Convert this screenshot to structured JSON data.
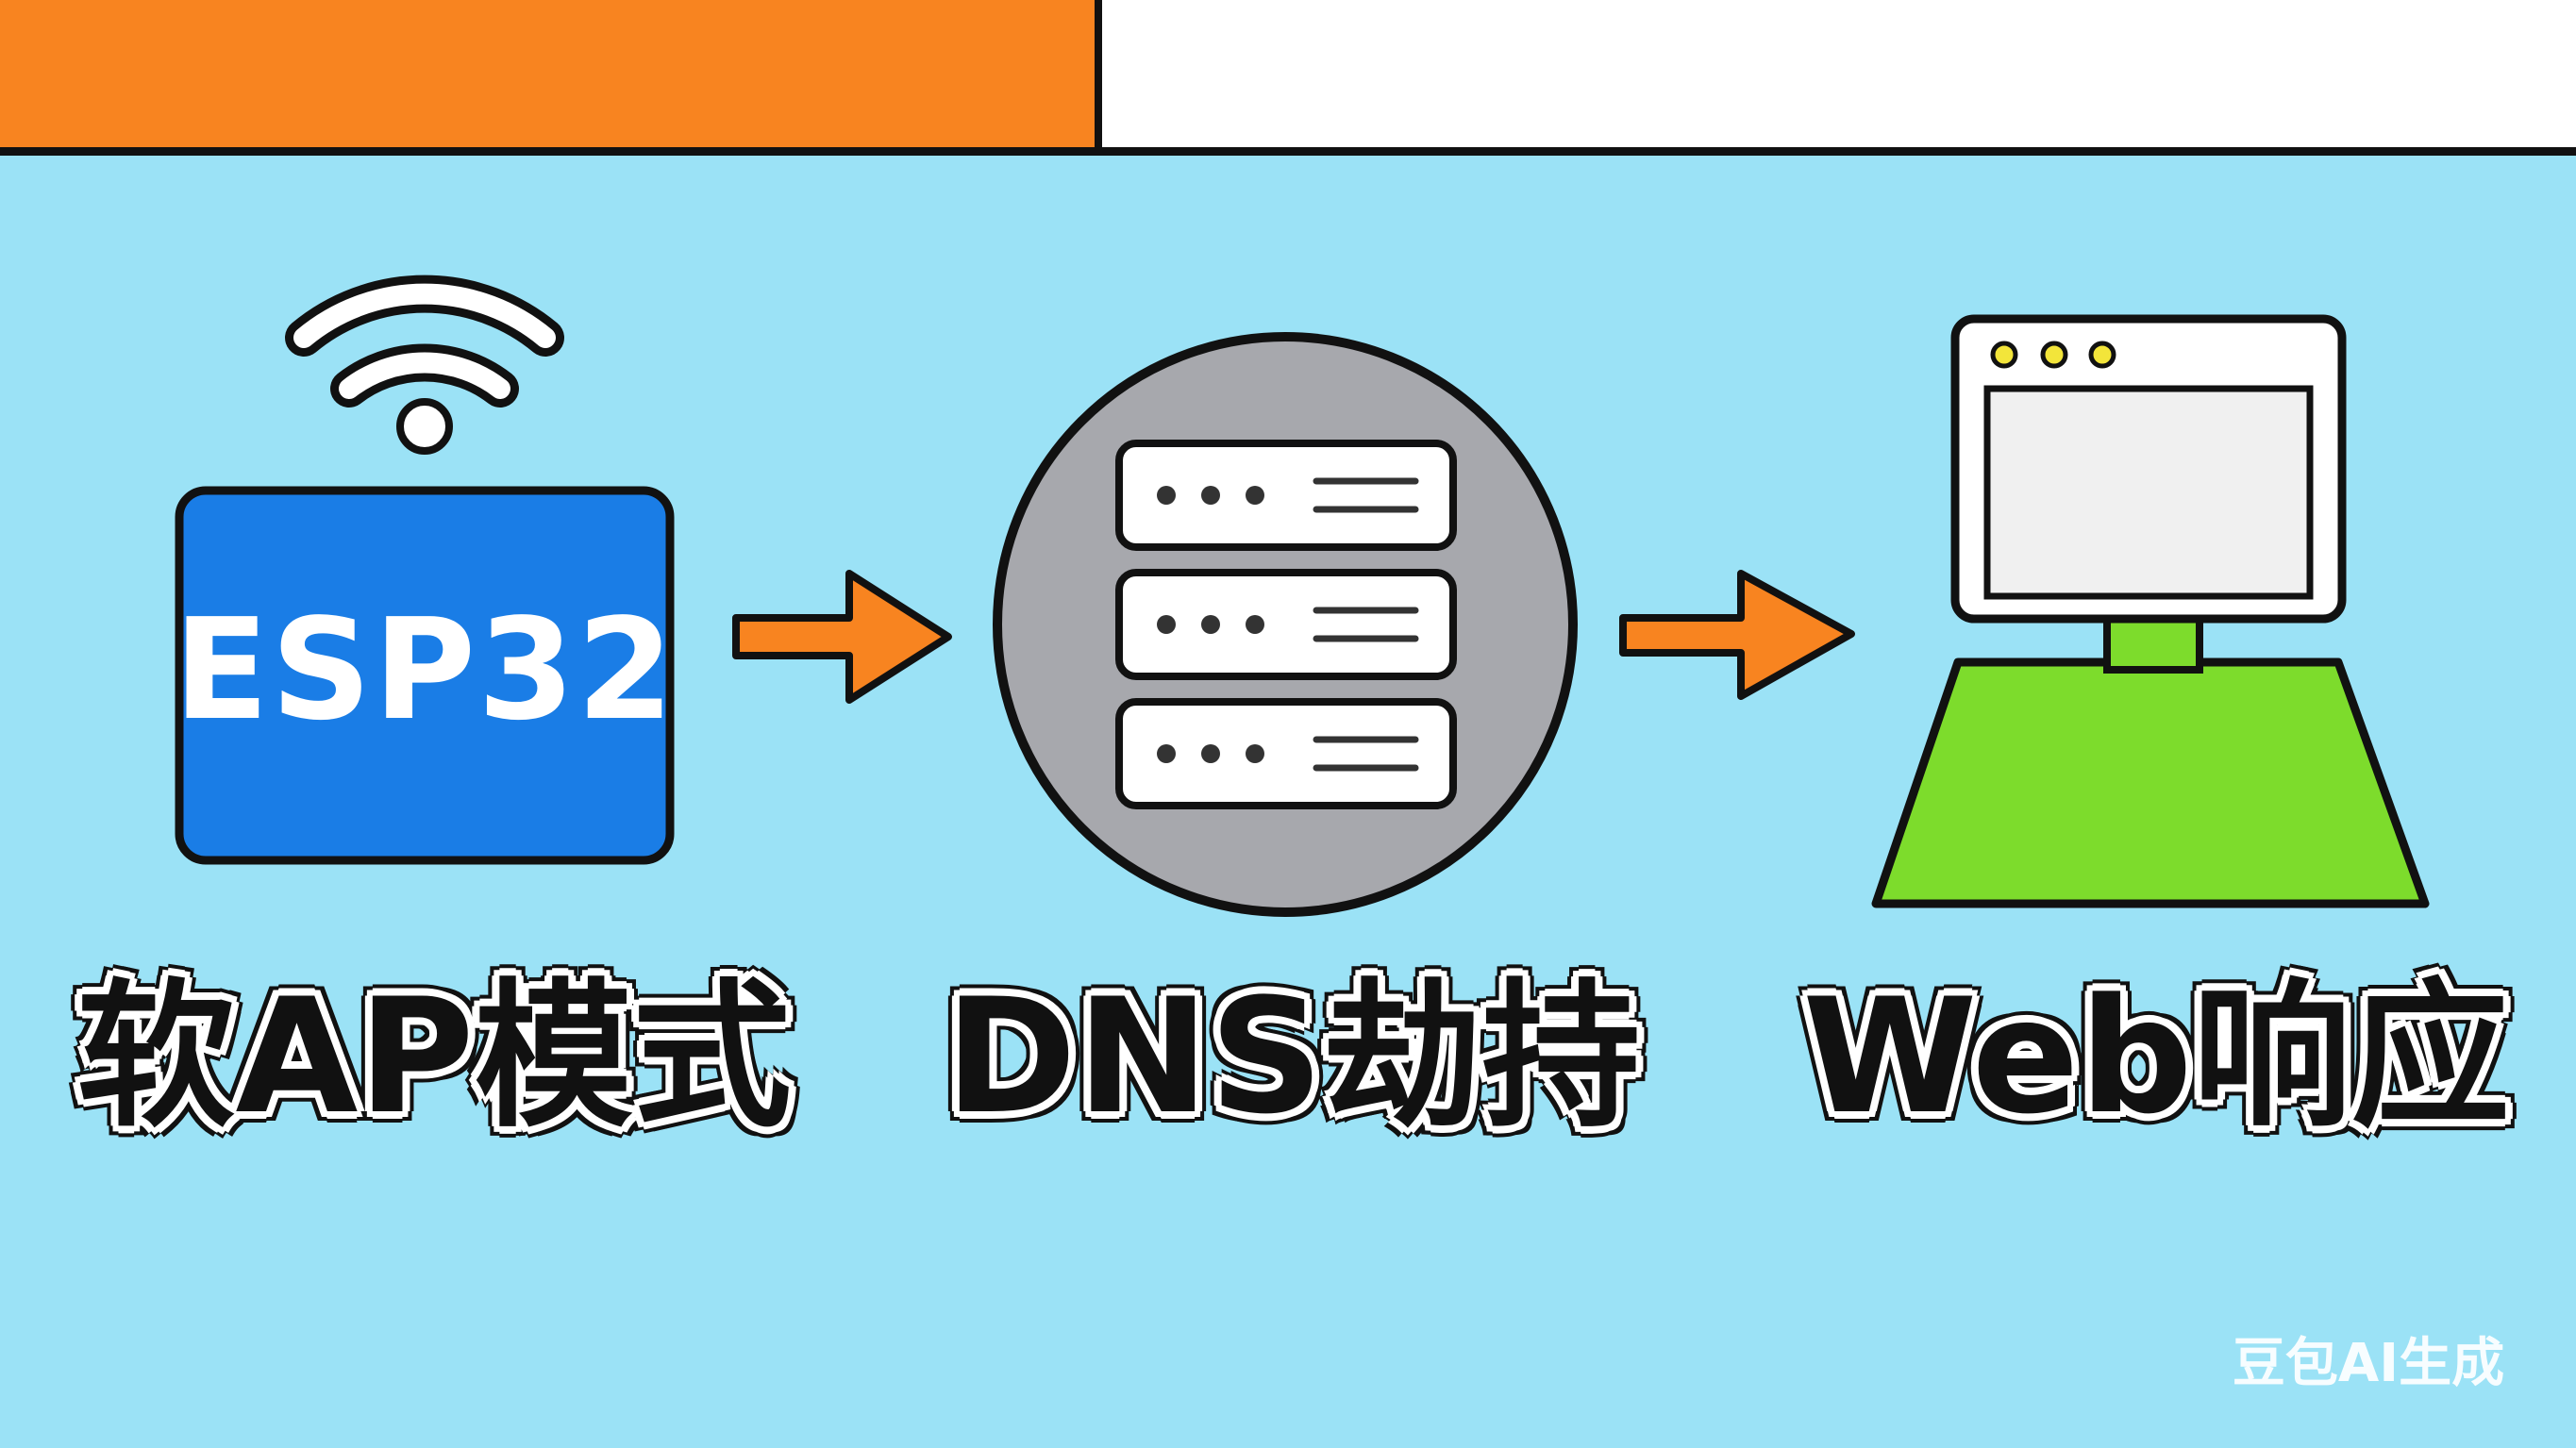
{
  "chip": {
    "label": "ESP32"
  },
  "steps": [
    {
      "caption": "软AP模式"
    },
    {
      "caption": "DNS劫持"
    },
    {
      "caption": "Web响应"
    }
  ],
  "watermark": {
    "text": "豆包AI生成"
  },
  "colors": {
    "background": "#9be2f6",
    "top_left_band": "#f88420",
    "top_right_band": "#ffffff",
    "chip": "#1a7de6",
    "arrow": "#f88420",
    "server_circle": "#a7a8ad",
    "server_unit": "#ffffff",
    "monitor_screen": "#f0f0f0",
    "stand": "#7ddc2c",
    "window_dots": "#f3e53a",
    "outline": "#111111"
  },
  "icons": [
    "wifi-icon",
    "server-rack-icon",
    "browser-monitor-icon",
    "arrow-right-icon"
  ]
}
